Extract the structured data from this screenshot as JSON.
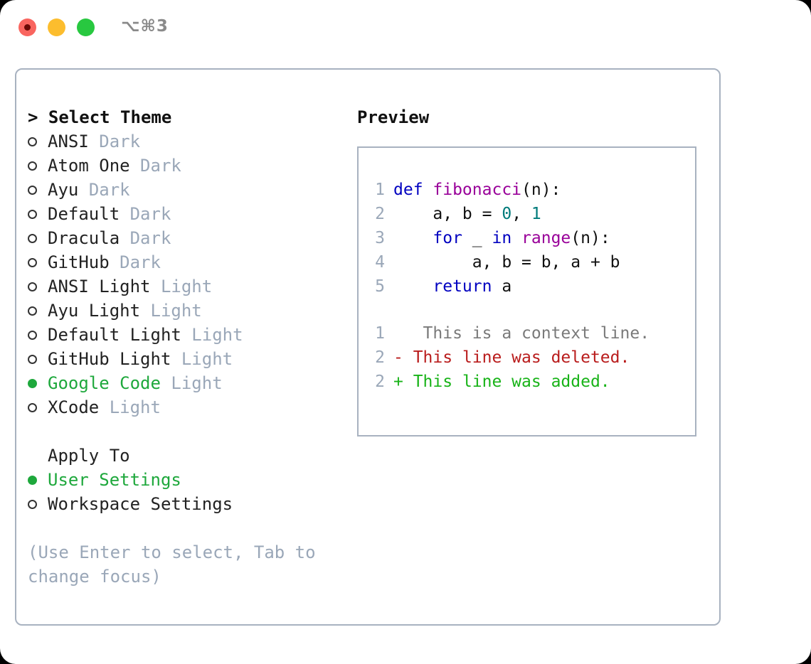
{
  "titlebar": {
    "shortcut": "⌥⌘3",
    "buttons": [
      {
        "name": "close",
        "color": "#f9655f"
      },
      {
        "name": "minimize",
        "color": "#fcbd2e"
      },
      {
        "name": "maximize",
        "color": "#28c840"
      }
    ]
  },
  "theme_list": {
    "header": "> Select Theme",
    "items": [
      {
        "marker": "hollow",
        "name": "ANSI",
        "kind": "Dark",
        "selected": false
      },
      {
        "marker": "hollow",
        "name": "Atom One",
        "kind": "Dark",
        "selected": false
      },
      {
        "marker": "hollow",
        "name": "Ayu",
        "kind": "Dark",
        "selected": false
      },
      {
        "marker": "hollow",
        "name": "Default",
        "kind": "Dark",
        "selected": false
      },
      {
        "marker": "hollow",
        "name": "Dracula",
        "kind": "Dark",
        "selected": false
      },
      {
        "marker": "hollow",
        "name": "GitHub",
        "kind": "Dark",
        "selected": false
      },
      {
        "marker": "hollow",
        "name": "ANSI Light",
        "kind": "Light",
        "selected": false
      },
      {
        "marker": "hollow",
        "name": "Ayu Light",
        "kind": "Light",
        "selected": false
      },
      {
        "marker": "hollow",
        "name": "Default Light",
        "kind": "Light",
        "selected": false
      },
      {
        "marker": "hollow",
        "name": "GitHub Light",
        "kind": "Light",
        "selected": false
      },
      {
        "marker": "filled",
        "name": "Google Code",
        "kind": "Light",
        "selected": true
      },
      {
        "marker": "hollow",
        "name": "XCode",
        "kind": "Light",
        "selected": false
      }
    ]
  },
  "apply_to": {
    "header": "Apply To",
    "items": [
      {
        "marker": "filled",
        "name": "User Settings",
        "selected": true
      },
      {
        "marker": "hollow",
        "name": "Workspace Settings",
        "selected": false
      }
    ]
  },
  "hint": "(Use Enter to select, Tab to change focus)",
  "preview": {
    "title": "Preview",
    "code_lines": [
      {
        "num": "1",
        "tokens": [
          {
            "t": "def ",
            "c": "kw"
          },
          {
            "t": "fibonacci",
            "c": "fn"
          },
          {
            "t": "(n):",
            "c": "punc"
          }
        ]
      },
      {
        "num": "2",
        "tokens": [
          {
            "t": "    a, b = ",
            "c": "plain"
          },
          {
            "t": "0",
            "c": "num"
          },
          {
            "t": ", ",
            "c": "plain"
          },
          {
            "t": "1",
            "c": "num"
          }
        ]
      },
      {
        "num": "3",
        "tokens": [
          {
            "t": "    ",
            "c": "plain"
          },
          {
            "t": "for",
            "c": "kw"
          },
          {
            "t": " _ ",
            "c": "plain"
          },
          {
            "t": "in",
            "c": "kw"
          },
          {
            "t": " ",
            "c": "plain"
          },
          {
            "t": "range",
            "c": "fn"
          },
          {
            "t": "(n):",
            "c": "punc"
          }
        ]
      },
      {
        "num": "4",
        "tokens": [
          {
            "t": "        a, b = b, a + b",
            "c": "plain"
          }
        ]
      },
      {
        "num": "5",
        "tokens": [
          {
            "t": "    ",
            "c": "plain"
          },
          {
            "t": "return",
            "c": "kw"
          },
          {
            "t": " a",
            "c": "plain"
          }
        ]
      }
    ],
    "diff_lines": [
      {
        "num": "1",
        "sign": " ",
        "text": "  This is a context line.",
        "kind": "ctx"
      },
      {
        "num": "2",
        "sign": "-",
        "text": " This line was deleted.",
        "kind": "del"
      },
      {
        "num": "2",
        "sign": "+",
        "text": " This line was added.",
        "kind": "add"
      }
    ]
  },
  "colors": {
    "accent_green": "#1ea83c",
    "muted": "#9aa7b8",
    "border": "#a8b2c0",
    "keyword": "#0000c0",
    "function": "#990099",
    "number": "#007b7b",
    "diff_added": "#18b318",
    "diff_deleted": "#b91c1c",
    "diff_context": "#7a7a7a"
  }
}
